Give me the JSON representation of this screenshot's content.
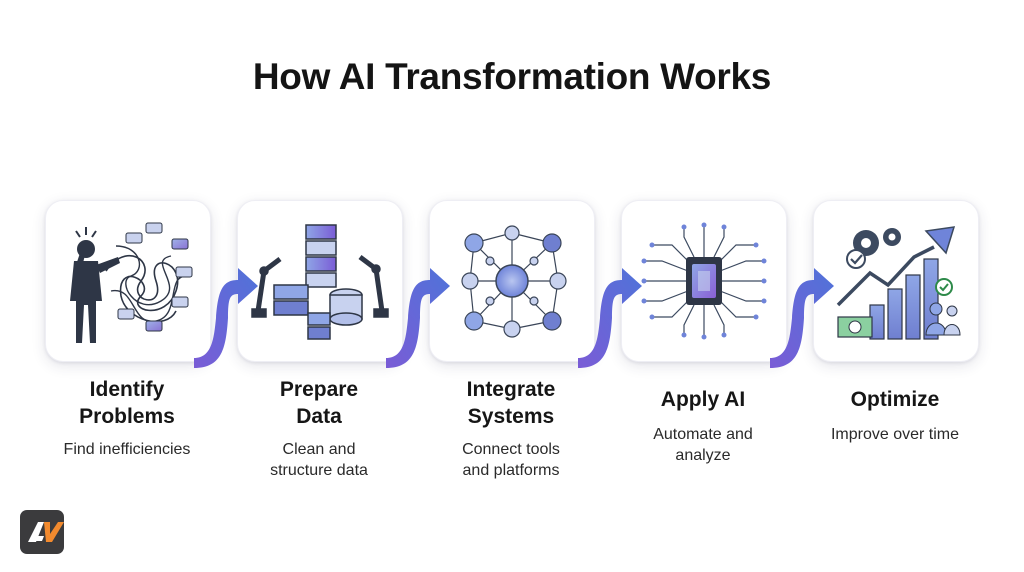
{
  "title": "How AI Transformation Works",
  "steps": [
    {
      "title_lines": [
        "Identify",
        "Problems"
      ],
      "desc_lines": [
        "Find inefficiencies"
      ],
      "icon": "confused-person-tangled-icon"
    },
    {
      "title_lines": [
        "Prepare",
        "Data"
      ],
      "desc_lines": [
        "Clean and",
        "structure data"
      ],
      "icon": "data-robot-arms-icon"
    },
    {
      "title_lines": [
        "Integrate",
        "Systems"
      ],
      "desc_lines": [
        "Connect tools",
        "and platforms"
      ],
      "icon": "network-nodes-icon"
    },
    {
      "title_lines": [
        "Apply AI"
      ],
      "desc_lines": [
        "Automate and",
        "analyze"
      ],
      "icon": "ai-chip-circuit-icon"
    },
    {
      "title_lines": [
        "Optimize"
      ],
      "desc_lines": [
        "Improve over time"
      ],
      "icon": "growth-chart-gears-icon"
    }
  ],
  "colors": {
    "accent_blue": "#4f73d9",
    "accent_purple": "#7a5cd6",
    "dark_slate": "#3c4a60"
  },
  "logo": "av-logo"
}
